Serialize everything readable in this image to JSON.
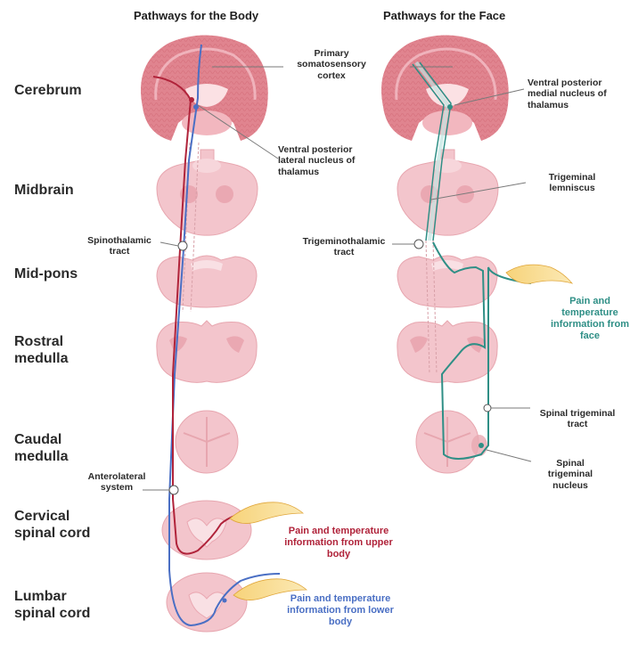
{
  "titles": {
    "body": "Pathways for the Body",
    "face": "Pathways for the Face"
  },
  "levels": {
    "cerebrum": "Cerebrum",
    "midbrain": "Midbrain",
    "midpons": "Mid-pons",
    "rostral_medulla": "Rostral\nmedulla",
    "caudal_medulla": "Caudal\nmedulla",
    "cervical": "Cervical\nspinal cord",
    "lumbar": "Lumbar\nspinal cord"
  },
  "callouts": {
    "primary_cortex": "Primary\nsomatosensory\ncortex",
    "vpl": "Ventral posterior\nlateral nucleus of\nthalamus",
    "vpm": "Ventral posterior\nmedial nucleus of\nthalamus",
    "trigeminal_lemniscus": "Trigeminal\nlemniscus",
    "spinothalamic": "Spinothalamic\ntract",
    "trigeminothalamic": "Trigeminothalamic\ntract",
    "spinal_trigeminal_tract": "Spinal trigeminal\ntract",
    "spinal_trigeminal_nucleus": "Spinal\ntrigeminal\nnucleus",
    "anterolateral": "Anterolateral\nsystem"
  },
  "sources": {
    "face": "Pain and\ntemperature\ninformation from\nface",
    "upper_body": "Pain and temperature\ninformation from upper\nbody",
    "lower_body": "Pain and temperature\ninformation from lower\nbody"
  },
  "colors": {
    "red_pathway": "#b0233a",
    "blue_pathway": "#4a6fc4",
    "teal_pathway": "#2f8f86",
    "tissue": "#f3c5cc",
    "tissue_dark": "#e79aa6",
    "cortex": "#d9737f",
    "nerve": "#f2c25a"
  }
}
